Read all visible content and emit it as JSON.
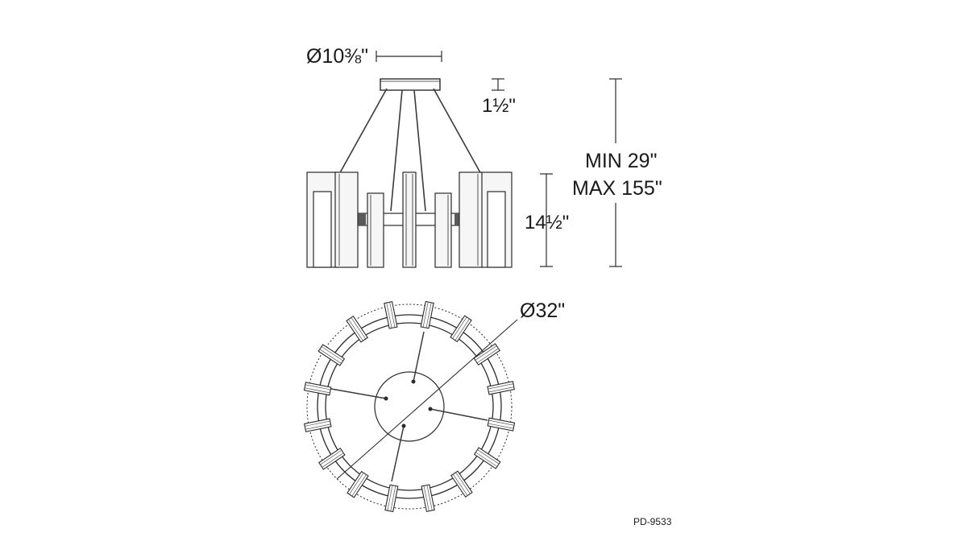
{
  "dimensions": {
    "canopy_diameter": "Ø10⅜\"",
    "canopy_height": "1½\"",
    "overall_height_min": "MIN 29\"",
    "overall_height_max": "MAX 155\"",
    "fixture_height": "14½\"",
    "fixture_diameter": "Ø32\""
  },
  "part_number": "PD-9533",
  "colors": {
    "line": "#2a2a2a",
    "panel_fill": "#f4f4f4",
    "panel_dark": "#4a4a4a"
  }
}
